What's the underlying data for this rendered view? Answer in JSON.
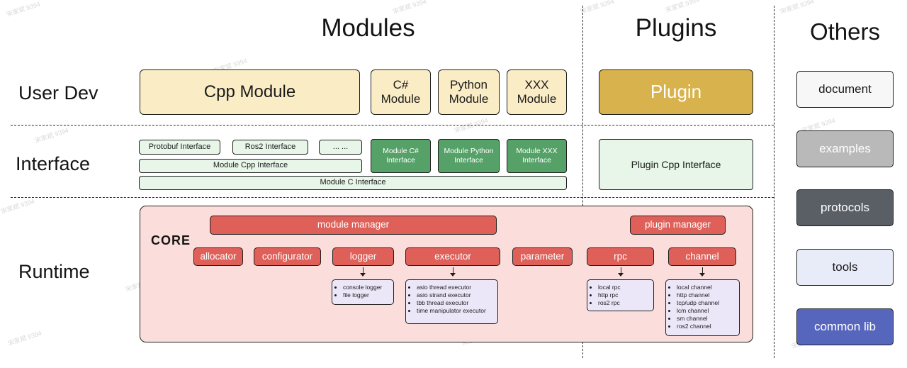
{
  "watermark": {
    "text": "宋家斌 9394"
  },
  "columns": {
    "modules": "Modules",
    "plugins": "Plugins",
    "others": "Others"
  },
  "rows": {
    "user_dev": "User Dev",
    "interface": "Interface",
    "runtime": "Runtime"
  },
  "modules": {
    "cpp_module": "Cpp Module",
    "csharp_module": "C# Module",
    "python_module": "Python Module",
    "xxx_module": "XXX Module",
    "interfaces": {
      "protobuf": "Protobuf Interface",
      "ros2": "Ros2 Interface",
      "ellipsis": "... ...",
      "module_cpp": "Module Cpp Interface",
      "module_c": "Module C Interface",
      "module_csharp": "Module C# Interface",
      "module_python": "Module Python Interface",
      "module_xxx": "Module XXX Interface"
    }
  },
  "plugins": {
    "plugin": "Plugin",
    "plugin_cpp_interface": "Plugin Cpp Interface"
  },
  "others": {
    "items": [
      {
        "label": "document"
      },
      {
        "label": "examples"
      },
      {
        "label": "protocols"
      },
      {
        "label": "tools"
      },
      {
        "label": "common lib"
      }
    ]
  },
  "runtime": {
    "core_label": "CORE",
    "module_manager": "module manager",
    "plugin_manager": "plugin manager",
    "components": {
      "allocator": "allocator",
      "configurator": "configurator",
      "logger": "logger",
      "executor": "executor",
      "parameter": "parameter",
      "rpc": "rpc",
      "channel": "channel"
    },
    "logger_impls": [
      "console logger",
      "file logger"
    ],
    "executor_impls": [
      "asio thread executor",
      "asio strand executor",
      "tbb thread executor",
      "time manipulator executor"
    ],
    "rpc_impls": [
      "local rpc",
      "http rpc",
      "ros2 rpc"
    ],
    "channel_impls": [
      "local channel",
      "http channel",
      "tcp/udp channel",
      "lcm channel",
      "sm channel",
      "ros2 channel"
    ]
  },
  "colors": {
    "cream": "#FAECC5",
    "gold": "#D8B24C",
    "light_green": "#E7F6E9",
    "green": "#55A168",
    "pink": "#FBDEDB",
    "red": "#DE6059",
    "lavender": "#ECE7F8",
    "others_document": "#F7F7F7",
    "others_examples": "#B9B9B9",
    "others_protocols": "#5A5F66",
    "others_tools": "#E8EBF8",
    "others_common_lib": "#5766BD"
  }
}
